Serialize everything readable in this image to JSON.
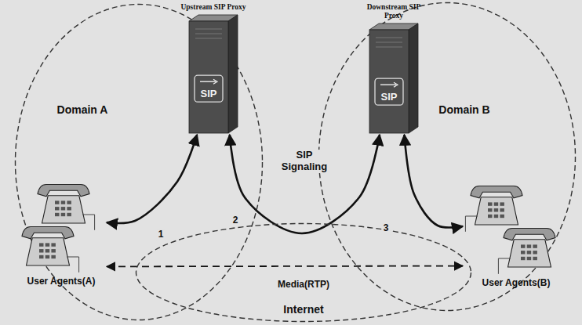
{
  "diagram": {
    "nodes": [
      {
        "text": [
          "Domain A"
        ]
      },
      {
        "text": [
          "Domain B"
        ]
      },
      {
        "text": [
          "Internet"
        ]
      },
      {
        "text": [
          "Upstream SIP Proxy",
          "SIP"
        ],
        "in": 0
      },
      {
        "text": [
          "Downstream SIP Proxy",
          "SIP"
        ],
        "in": 1
      },
      {
        "text": [
          "User Agents(A)"
        ],
        "in": 0
      },
      {
        "text": [
          "User Agents(B)"
        ],
        "in": 1
      }
    ],
    "edges": [
      {
        "from": 5,
        "to": 3,
        "arrow": "both",
        "label": "1"
      },
      {
        "from": 3,
        "to": 4,
        "arrow": "both",
        "label": "2"
      },
      {
        "from": 4,
        "to": 6,
        "arrow": "both",
        "label": "3"
      },
      {
        "from": 5,
        "to": 6,
        "arrow": "both",
        "label": "Media(RTP)"
      }
    ],
    "labels": [
      "SIP Signaling"
    ]
  }
}
